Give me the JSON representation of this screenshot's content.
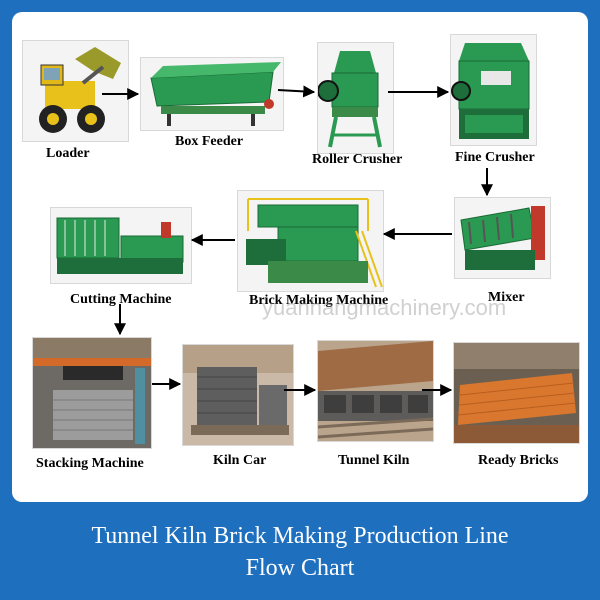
{
  "title": {
    "line1": "Tunnel Kiln Brick Making Production Line",
    "line2": "Flow Chart"
  },
  "watermark": "yuanhangmachinery.com",
  "nodes": [
    {
      "id": "loader",
      "label": "Loader"
    },
    {
      "id": "box-feeder",
      "label": "Box Feeder"
    },
    {
      "id": "roller-crusher",
      "label": "Roller Crusher"
    },
    {
      "id": "fine-crusher",
      "label": "Fine Crusher"
    },
    {
      "id": "mixer",
      "label": "Mixer"
    },
    {
      "id": "brick-making-machine",
      "label": "Brick Making Machine"
    },
    {
      "id": "cutting-machine",
      "label": "Cutting Machine"
    },
    {
      "id": "stacking-machine",
      "label": "Stacking Machine"
    },
    {
      "id": "kiln-car",
      "label": "Kiln Car"
    },
    {
      "id": "tunnel-kiln",
      "label": "Tunnel Kiln"
    },
    {
      "id": "ready-bricks",
      "label": "Ready Bricks"
    }
  ],
  "edges": [
    {
      "from": "loader",
      "to": "box-feeder"
    },
    {
      "from": "box-feeder",
      "to": "roller-crusher"
    },
    {
      "from": "roller-crusher",
      "to": "fine-crusher"
    },
    {
      "from": "fine-crusher",
      "to": "mixer"
    },
    {
      "from": "mixer",
      "to": "brick-making-machine"
    },
    {
      "from": "brick-making-machine",
      "to": "cutting-machine"
    },
    {
      "from": "cutting-machine",
      "to": "stacking-machine"
    },
    {
      "from": "stacking-machine",
      "to": "kiln-car"
    },
    {
      "from": "kiln-car",
      "to": "tunnel-kiln"
    },
    {
      "from": "tunnel-kiln",
      "to": "ready-bricks"
    }
  ],
  "colors": {
    "frame": "#1f6fbf",
    "machine_green": "#2a9a52",
    "loader_yellow": "#e8c21a",
    "brick_orange": "#d9772e",
    "arrow": "#000000"
  }
}
